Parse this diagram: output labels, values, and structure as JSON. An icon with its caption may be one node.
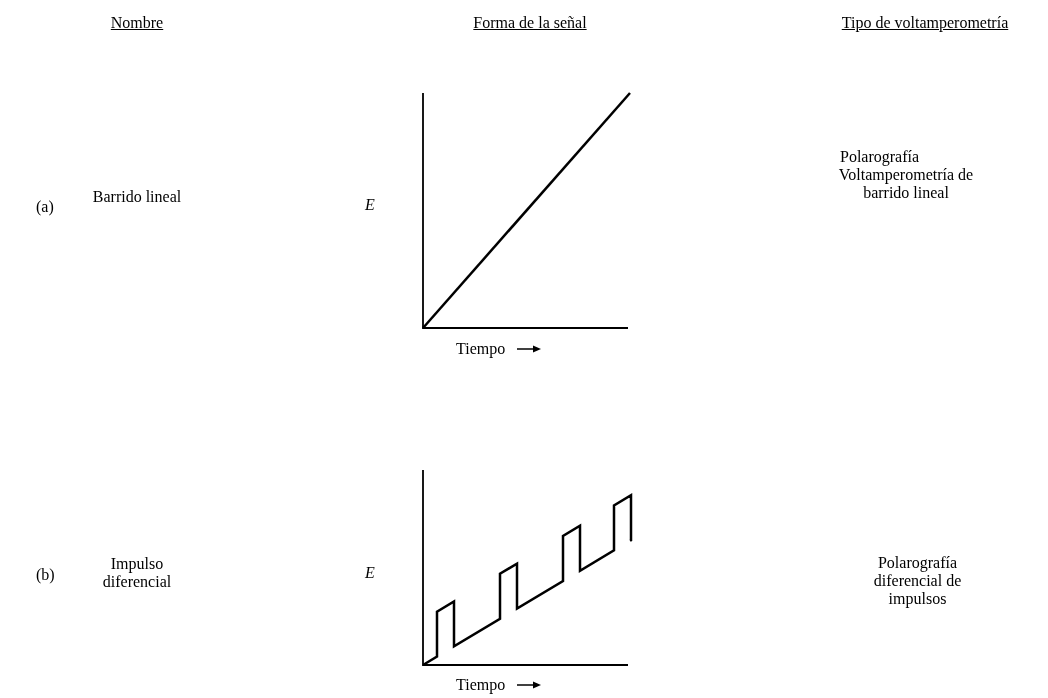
{
  "diagram": {
    "labels": [
      "Nombre",
      "Forma de la señal",
      "Tipo de voltamperometría",
      "(a)",
      "Barrido lineal",
      "E",
      "Tiempo",
      "Polarografía",
      "Voltamperometría de barrido lineal",
      "(b)",
      "Impulso diferencial",
      "E",
      "Tiempo",
      "Polarografía diferencial de impulsos"
    ]
  }
}
